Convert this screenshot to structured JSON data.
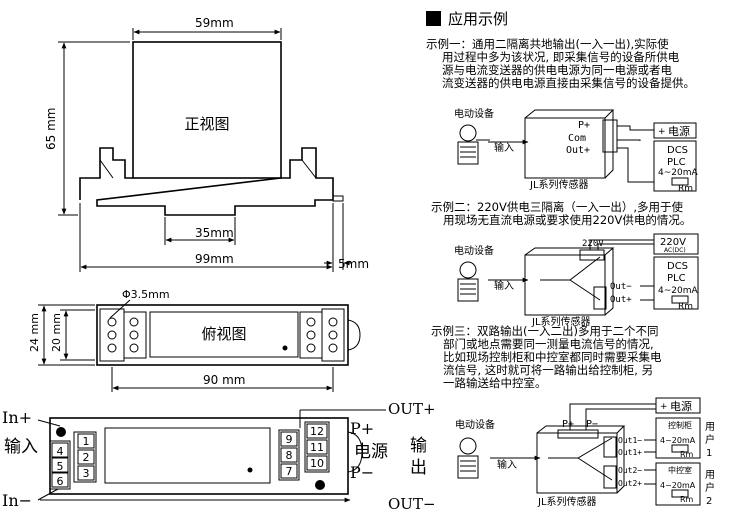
{
  "front_view": {
    "label": "正视图",
    "dim_width_top": "59mm",
    "dim_height": "65 mm",
    "dim_rail": "35mm",
    "dim_base": "99mm",
    "dim_side": "5mm"
  },
  "top_view": {
    "label": "俯视图",
    "dim_hole": "Φ3.5mm",
    "dim_24": "24 mm",
    "dim_20": "20 mm",
    "dim_90": "90 mm"
  },
  "wiring_view": {
    "in_plus": "In+",
    "in_minus": "In−",
    "input_label": "输入",
    "power_label": "电源",
    "p_plus": "P+",
    "p_minus": "P−",
    "out_plus": "OUT+",
    "out_minus": "OUT−",
    "output_label": "输出",
    "left_terminals": [
      "4",
      "5",
      "6"
    ],
    "inner_left": [
      "1",
      "2",
      "3"
    ],
    "inner_right": [
      "9",
      "8",
      "7"
    ],
    "right_terminals": [
      "12",
      "11",
      "10"
    ]
  },
  "examples": {
    "heading": "应用示例",
    "ex1": {
      "lines": [
        "示例一：通用二隔离共地输出(一入一出),实际使",
        "用过程中多为该状况, 即采集信号的设备所供电",
        "源与电流变送器的供电电源为同一电源或者电",
        "流变送器的供电电源直接由采集信号的设备提供。"
      ],
      "device": "电动设备",
      "input": "输入",
      "sensor": "JL系列传感器",
      "pins": [
        "P+",
        "Com",
        "Out+"
      ],
      "power": "电源",
      "dcs": "DCS",
      "plc": "PLC",
      "current": "4~20mA",
      "rm": "Rm"
    },
    "ex2": {
      "lines": [
        "示例二：220V供电三隔离（一入一出）,多用于使",
        "用现场无直流电源或要求使用220V供电的情况。"
      ],
      "device": "电动设备",
      "input": "输入",
      "sensor": "JL系列传感器",
      "v220": "220V",
      "v220b": "220V",
      "acdc": "AC(DC)",
      "dcs": "DCS",
      "plc": "PLC",
      "out_minus": "Out−",
      "out_plus": "Out+",
      "current": "4~20mA",
      "rm": "Rm"
    },
    "ex3": {
      "lines": [
        "示例三：双路输出(一入二出)多用于二个不同",
        "部门或地点需要同一测量电流信号的情况,",
        "比如现场控制柜和中控室都同时需要采集电",
        "流信号, 这时就可将一路输出给控制柜, 另",
        "一路输送给中控室。"
      ],
      "device": "电动设备",
      "input": "输入",
      "sensor": "JL系列传感器",
      "p_plus": "P+",
      "p_minus": "P−",
      "power": "电源",
      "outs": [
        "Out1−",
        "Out1+",
        "Out2−",
        "Out2+"
      ],
      "cabinet": "控制柜",
      "central": "中控室",
      "current": "4~20mA",
      "rm": "Rm",
      "user1": [
        "用",
        "户",
        "1"
      ],
      "user2": [
        "用",
        "户",
        "2"
      ]
    }
  }
}
